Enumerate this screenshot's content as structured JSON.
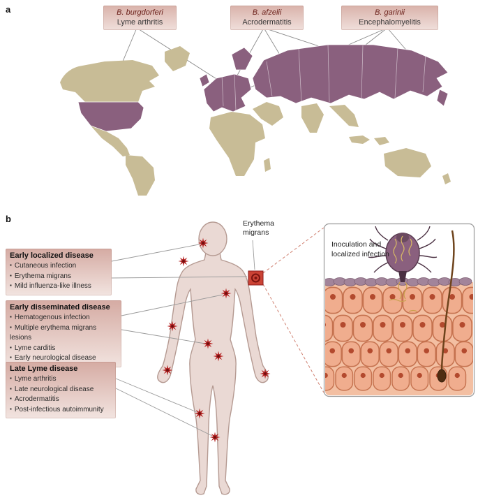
{
  "figure": {
    "panel_a": {
      "label": "a",
      "legend": [
        {
          "species": "B. burgdorferi",
          "disease": "Lyme arthritis"
        },
        {
          "species": "B. afzelii",
          "disease": "Acrodermatitis"
        },
        {
          "species": "B. garinii",
          "disease": "Encephalomyelitis"
        }
      ]
    },
    "panel_b": {
      "label": "b",
      "em_annotation": "Erythema migrans",
      "stages": [
        {
          "title": "Early localized disease",
          "items": [
            "Cutaneous infection",
            "Erythema migrans",
            "Mild influenza-like illness"
          ]
        },
        {
          "title": "Early disseminated disease",
          "items": [
            "Hematogenous infection",
            "Multiple erythema migrans lesions",
            "Lyme carditis",
            "Early neurological disease"
          ]
        },
        {
          "title": "Late Lyme disease",
          "items": [
            "Lyme arthritis",
            "Late neurological disease",
            "Acrodermatitis",
            "Post-infectious autoimmunity"
          ]
        }
      ],
      "inset_caption": "Inoculation and localized infection"
    },
    "colors": {
      "map_base": "#c8bc96",
      "map_highlight": "#8a607e",
      "box_pink": "#e3bfb7",
      "starburst_red": "#b32020",
      "body_fill": "#ead9d4"
    }
  }
}
